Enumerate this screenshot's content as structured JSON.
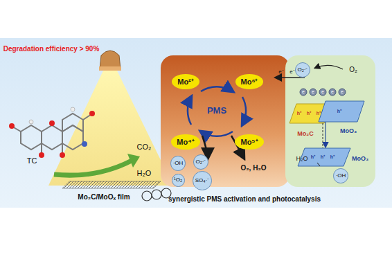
{
  "diagram": {
    "nodes": [
      {
        "text": [
          "Mo²⁺"
        ]
      },
      {
        "text": [
          "Mo⁶⁺"
        ]
      },
      {
        "text": [
          "PMS"
        ]
      },
      {
        "text": [
          "Mo⁴⁺"
        ]
      },
      {
        "text": [
          "Mo⁵⁺"
        ]
      },
      {
        "text": [
          "·OH"
        ]
      },
      {
        "text": [
          "O₂·⁻"
        ]
      },
      {
        "text": [
          "¹O₂"
        ]
      },
      {
        "text": [
          "SO₄·⁻"
        ]
      },
      {
        "text": [
          "O₂·⁻"
        ]
      },
      {
        "text": [
          "·OH"
        ]
      }
    ],
    "labels": [
      "Degradation efficiency > 90%",
      "TC",
      "CO₂",
      "H₂O",
      "Mo₂C/MoOₓ film",
      "O₂, H₂O",
      "O₂",
      "Mo₂C",
      "MoO₃",
      "MoO₃",
      "H₂O",
      "synergistic PMS activation and photocatalysis",
      "e⁻",
      "e⁻",
      "e",
      "e",
      "e",
      "e",
      "e",
      "h⁺",
      "h⁺",
      "h⁺",
      "h⁺",
      "h⁺",
      "h⁺",
      "h⁺"
    ]
  }
}
